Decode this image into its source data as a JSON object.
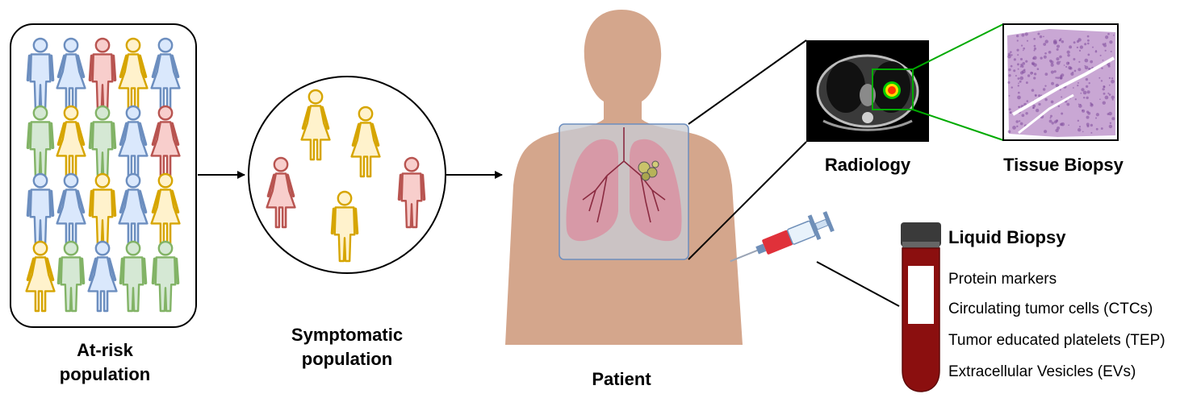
{
  "labels": {
    "at_risk_line1": "At-risk",
    "at_risk_line2": "population",
    "symptomatic_line1": "Symptomatic",
    "symptomatic_line2": "population",
    "patient": "Patient",
    "radiology": "Radiology",
    "tissue_biopsy": "Tissue Biopsy",
    "liquid_biopsy": "Liquid Biopsy"
  },
  "liquid_biopsy_items": [
    "Protein markers",
    "Circulating tumor cells (CTCs)",
    "Tumor educated platelets (TEP)",
    "Extracellular Vesicles (EVs)"
  ],
  "colors": {
    "blue": "#6c8ebf",
    "blue_fill": "#dae8fc",
    "red": "#b85450",
    "red_fill": "#f8cecc",
    "yellow": "#d6a500",
    "yellow_fill": "#fff2cc",
    "green": "#82b366",
    "green_fill": "#d5e8d4",
    "skin": "#d4a68c",
    "lung": "#d98fa0",
    "tube_blood": "#8b0f0f",
    "highlight_green": "#00aa00"
  },
  "crowd_grid": [
    [
      "blue-m",
      "blue-f",
      "red-m",
      "yellow-f",
      "blue-f"
    ],
    [
      "green-m",
      "yellow-f",
      "green-m",
      "blue-f",
      "red-f"
    ],
    [
      "blue-m",
      "blue-f",
      "yellow-m",
      "blue-f",
      "yellow-f"
    ],
    [
      "yellow-f",
      "green-m",
      "blue-f",
      "green-m",
      "green-m"
    ]
  ]
}
